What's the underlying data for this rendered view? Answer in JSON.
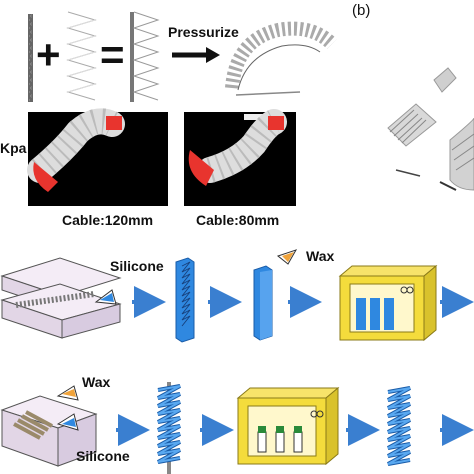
{
  "panel_b_label": "(b)",
  "top": {
    "plus": "+",
    "equals": "=",
    "pressurize": "Pressurize",
    "kpa": "Kpa",
    "cable_left": "Cable:120mm",
    "cable_right": "Cable:80mm"
  },
  "process1": {
    "silicone": "Silicone",
    "wax": "Wax"
  },
  "process2": {
    "wax": "Wax",
    "silicone": "Silicone"
  },
  "colors": {
    "blue": "#2f88e0",
    "yellow": "#f4dc3c",
    "red": "#e8342e",
    "arrow": "#3a7fd0",
    "mold": "#efe6f2"
  }
}
